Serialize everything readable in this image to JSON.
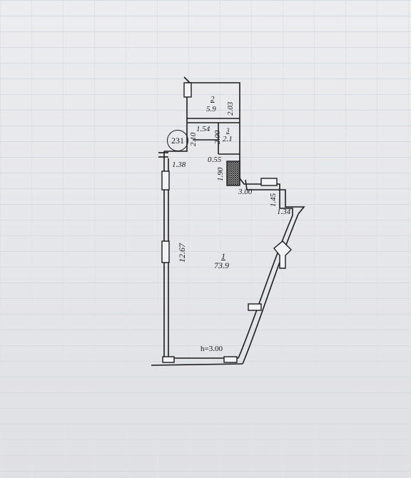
{
  "plan": {
    "section_number": "231",
    "ceiling_height": "h=3.00",
    "rooms": [
      {
        "number": "1",
        "area": "73.9"
      },
      {
        "number": "2",
        "area": "5.9"
      },
      {
        "number": "3",
        "area": "2.1"
      }
    ],
    "dimensions": {
      "left_wall": "12.67",
      "stub_left": "1.38",
      "room2_height": "2.03",
      "room2_left": "2.10",
      "room3_width": "1.54",
      "room3_height": "2.00",
      "shaft_width": "0.55",
      "shaft_height": "1.90",
      "step_width": "3.00",
      "step_height": "1.45",
      "step_width_2": "1.34"
    }
  },
  "colors": {
    "line": "#1c1c1c",
    "paper": "#e9eaec",
    "grid": "#d7dadf"
  }
}
